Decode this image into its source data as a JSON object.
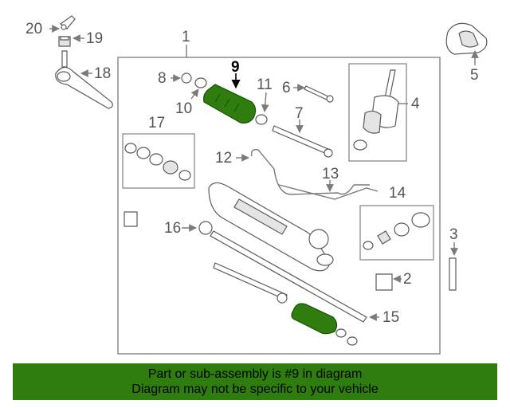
{
  "callouts": {
    "c1": "1",
    "c2": "2",
    "c3": "3",
    "c4": "4",
    "c5": "5",
    "c6": "6",
    "c7": "7",
    "c8": "8",
    "c9": "9",
    "c10": "10",
    "c11": "11",
    "c12": "12",
    "c13": "13",
    "c14": "14",
    "c15": "15",
    "c16": "16",
    "c17": "17",
    "c18": "18",
    "c19": "19",
    "c20": "20"
  },
  "highlight_color": "#2e7d0e",
  "footer": {
    "line1": "Part or sub-assembly is #9 in diagram",
    "line2": "Diagram may not be specific to your vehicle"
  }
}
